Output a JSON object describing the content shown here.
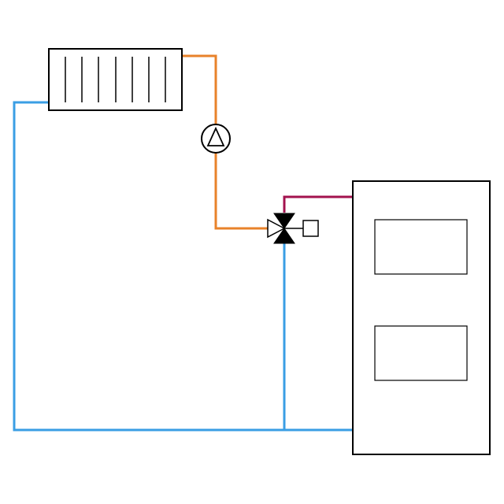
{
  "colors": {
    "background": "#ffffff",
    "outline": "#000000",
    "return_pipe": "#3a9ee4",
    "supply_pipe": "#e8822a",
    "boiler_flow_pipe": "#a3124e"
  },
  "components": [
    {
      "name": "radiator",
      "icon": "radiator-icon",
      "fins": 7
    },
    {
      "name": "circulation-pump",
      "icon": "pump-icon"
    },
    {
      "name": "three-way-mixing-valve",
      "icon": "three-way-valve-icon"
    },
    {
      "name": "valve-actuator",
      "icon": "actuator-icon"
    },
    {
      "name": "boiler",
      "icon": "boiler-icon",
      "panels": 2
    }
  ],
  "pipes": [
    {
      "name": "supply",
      "color_key": "supply_pipe",
      "from": "radiator",
      "via": "circulation-pump",
      "to": "three-way-mixing-valve"
    },
    {
      "name": "boiler-flow",
      "color_key": "boiler_flow_pipe",
      "from": "boiler",
      "to": "three-way-mixing-valve"
    },
    {
      "name": "return",
      "color_key": "return_pipe",
      "from": "radiator",
      "to": "boiler"
    },
    {
      "name": "bypass",
      "color_key": "return_pipe",
      "from": "three-way-mixing-valve",
      "to": "return"
    }
  ]
}
